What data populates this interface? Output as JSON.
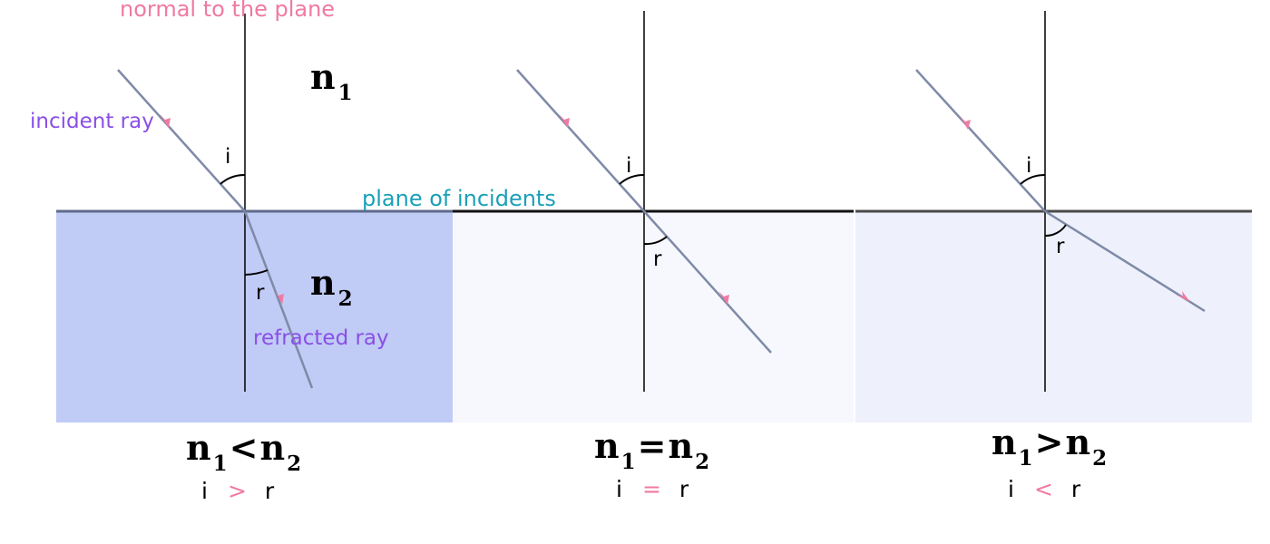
{
  "labels": {
    "normal": "normal to the plane",
    "incident_ray": "incident ray",
    "refracted_ray": "refracted ray",
    "plane": "plane of incidents",
    "angle_i": "i",
    "angle_r": "r",
    "n": "n",
    "sub_1": "1",
    "sub_2": "2"
  },
  "panels": [
    {
      "relation": "<",
      "angle_relation": ">"
    },
    {
      "relation": "=",
      "angle_relation": "="
    },
    {
      "relation": ">",
      "angle_relation": "<"
    }
  ],
  "colors": {
    "label_pink": "#f07aa0",
    "label_purple": "#8a4fe6",
    "label_teal": "#1aa0b8",
    "medium_dense": "#c0cbf6",
    "medium_equal": "#f7f8fe",
    "medium_rare": "#eef1fb",
    "ray": "#7f8aa8",
    "arrow": "#f07aa0"
  }
}
